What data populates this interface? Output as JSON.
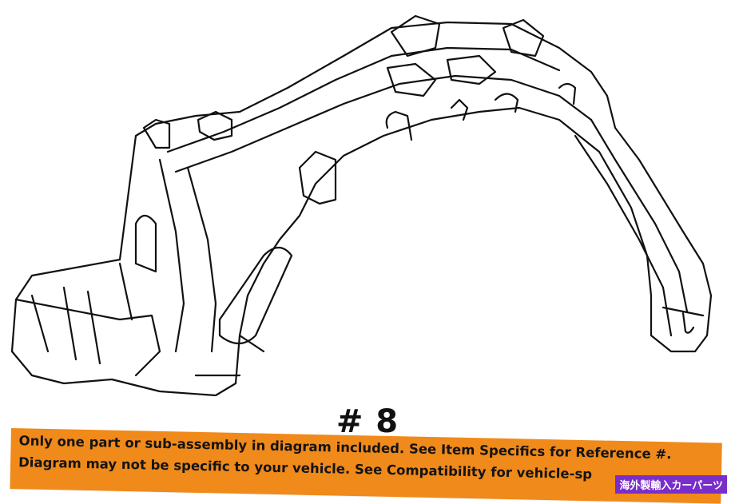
{
  "diagram": {
    "reference_number": "# 8"
  },
  "notice": {
    "line1": "Only one part or sub-assembly in diagram included. See Item Specifics for Reference #.",
    "line2": "Diagram may not be specific to your vehicle. See Compatibility for vehicle-sp",
    "background_color": "#f08a1a"
  },
  "badge": {
    "label": "海外製輸入カーパーツ",
    "color": "#7a2ec9"
  }
}
